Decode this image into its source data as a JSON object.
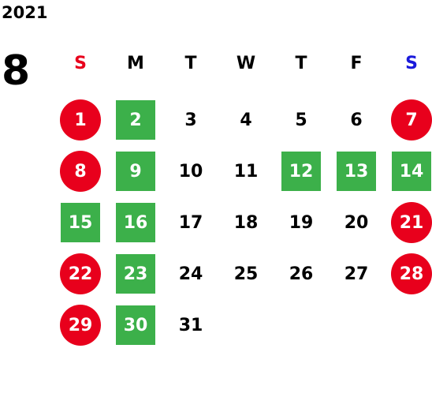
{
  "calendar": {
    "year": "2021",
    "month": "8",
    "weekdays": [
      "S",
      "M",
      "T",
      "W",
      "T",
      "F",
      "S"
    ],
    "weekday_colors": [
      "#e8001c",
      "#000000",
      "#000000",
      "#000000",
      "#000000",
      "#000000",
      "#1a1adb"
    ],
    "colors": {
      "holiday": "#e8001c",
      "green": "#3cb04a",
      "text": "#000000"
    },
    "weeks": [
      [
        {
          "day": "1",
          "style": "holiday"
        },
        {
          "day": "2",
          "style": "green"
        },
        {
          "day": "3",
          "style": "normal"
        },
        {
          "day": "4",
          "style": "normal"
        },
        {
          "day": "5",
          "style": "normal"
        },
        {
          "day": "6",
          "style": "normal"
        },
        {
          "day": "7",
          "style": "holiday"
        }
      ],
      [
        {
          "day": "8",
          "style": "holiday"
        },
        {
          "day": "9",
          "style": "green"
        },
        {
          "day": "10",
          "style": "normal"
        },
        {
          "day": "11",
          "style": "normal"
        },
        {
          "day": "12",
          "style": "green"
        },
        {
          "day": "13",
          "style": "green"
        },
        {
          "day": "14",
          "style": "green"
        }
      ],
      [
        {
          "day": "15",
          "style": "green"
        },
        {
          "day": "16",
          "style": "green"
        },
        {
          "day": "17",
          "style": "normal"
        },
        {
          "day": "18",
          "style": "normal"
        },
        {
          "day": "19",
          "style": "normal"
        },
        {
          "day": "20",
          "style": "normal"
        },
        {
          "day": "21",
          "style": "holiday"
        }
      ],
      [
        {
          "day": "22",
          "style": "holiday"
        },
        {
          "day": "23",
          "style": "green"
        },
        {
          "day": "24",
          "style": "normal"
        },
        {
          "day": "25",
          "style": "normal"
        },
        {
          "day": "26",
          "style": "normal"
        },
        {
          "day": "27",
          "style": "normal"
        },
        {
          "day": "28",
          "style": "holiday"
        }
      ],
      [
        {
          "day": "29",
          "style": "holiday"
        },
        {
          "day": "30",
          "style": "green"
        },
        {
          "day": "31",
          "style": "normal"
        }
      ]
    ]
  }
}
